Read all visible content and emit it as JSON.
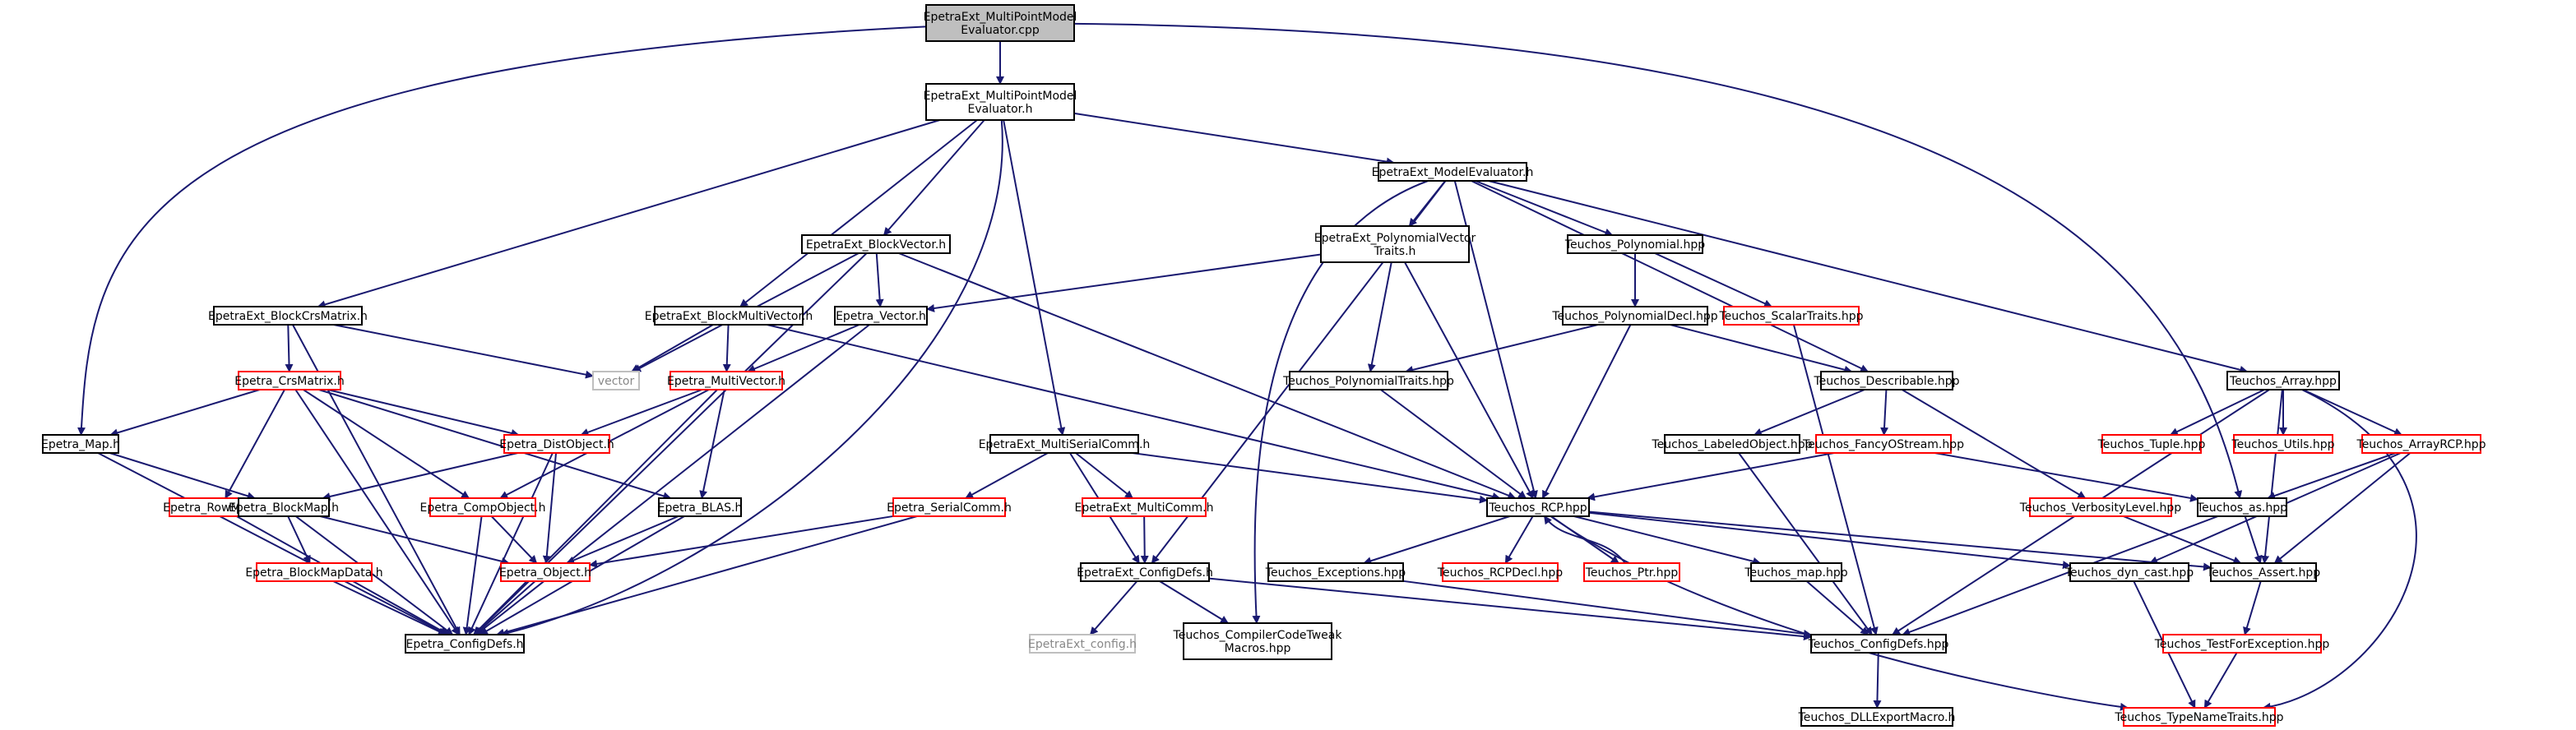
{
  "colors": {
    "edge": "#191970",
    "black_border": "#000000",
    "red_border": "#ff0000",
    "gray_border": "#bfbfbf",
    "root_fill": "#bfbfbf",
    "fill": "#ffffff"
  },
  "nodes": [
    {
      "id": "root",
      "lines": [
        "EpetraExt_MultiPointModel",
        "Evaluator.cpp"
      ],
      "style": "root"
    },
    {
      "id": "mpme_h",
      "lines": [
        "EpetraExt_MultiPointModel",
        "Evaluator.h"
      ],
      "style": "black"
    },
    {
      "id": "model_eval",
      "lines": [
        "EpetraExt_ModelEvaluator.h"
      ],
      "style": "black"
    },
    {
      "id": "block_vector",
      "lines": [
        "EpetraExt_BlockVector.h"
      ],
      "style": "black"
    },
    {
      "id": "poly_traits_h",
      "lines": [
        "EpetraExt_PolynomialVector",
        "Traits.h"
      ],
      "style": "black"
    },
    {
      "id": "teuchos_poly",
      "lines": [
        "Teuchos_Polynomial.hpp"
      ],
      "style": "black"
    },
    {
      "id": "block_crs",
      "lines": [
        "EpetraExt_BlockCrsMatrix.h"
      ],
      "style": "black"
    },
    {
      "id": "block_mv",
      "lines": [
        "EpetraExt_BlockMultiVector.h"
      ],
      "style": "black"
    },
    {
      "id": "epetra_vector",
      "lines": [
        "Epetra_Vector.h"
      ],
      "style": "black"
    },
    {
      "id": "poly_decl",
      "lines": [
        "Teuchos_PolynomialDecl.hpp"
      ],
      "style": "black"
    },
    {
      "id": "scalar_traits",
      "lines": [
        "Teuchos_ScalarTraits.hpp"
      ],
      "style": "red"
    },
    {
      "id": "crs_matrix",
      "lines": [
        "Epetra_CrsMatrix.h"
      ],
      "style": "red"
    },
    {
      "id": "vector",
      "lines": [
        "vector"
      ],
      "style": "gray"
    },
    {
      "id": "multivector",
      "lines": [
        "Epetra_MultiVector.h"
      ],
      "style": "red"
    },
    {
      "id": "poly_traits_hpp",
      "lines": [
        "Teuchos_PolynomialTraits.hpp"
      ],
      "style": "black"
    },
    {
      "id": "describable",
      "lines": [
        "Teuchos_Describable.hpp"
      ],
      "style": "black"
    },
    {
      "id": "teuchos_array",
      "lines": [
        "Teuchos_Array.hpp"
      ],
      "style": "black"
    },
    {
      "id": "epetra_map",
      "lines": [
        "Epetra_Map.h"
      ],
      "style": "black"
    },
    {
      "id": "dist_object",
      "lines": [
        "Epetra_DistObject.h"
      ],
      "style": "red"
    },
    {
      "id": "multi_serial_comm",
      "lines": [
        "EpetraExt_MultiSerialComm.h"
      ],
      "style": "black"
    },
    {
      "id": "labeled_object",
      "lines": [
        "Teuchos_LabeledObject.hpp"
      ],
      "style": "black"
    },
    {
      "id": "fancy_ostream",
      "lines": [
        "Teuchos_FancyOStream.hpp"
      ],
      "style": "red"
    },
    {
      "id": "tuple",
      "lines": [
        "Teuchos_Tuple.hpp"
      ],
      "style": "red"
    },
    {
      "id": "utils",
      "lines": [
        "Teuchos_Utils.hpp"
      ],
      "style": "red"
    },
    {
      "id": "array_rcp",
      "lines": [
        "Teuchos_ArrayRCP.hpp"
      ],
      "style": "red"
    },
    {
      "id": "row_matrix",
      "lines": [
        "Epetra_RowMatrix.h"
      ],
      "style": "red"
    },
    {
      "id": "block_map",
      "lines": [
        "Epetra_BlockMap.h"
      ],
      "style": "black"
    },
    {
      "id": "comp_object",
      "lines": [
        "Epetra_CompObject.h"
      ],
      "style": "red"
    },
    {
      "id": "epetra_blas",
      "lines": [
        "Epetra_BLAS.h"
      ],
      "style": "black"
    },
    {
      "id": "serial_comm",
      "lines": [
        "Epetra_SerialComm.h"
      ],
      "style": "red"
    },
    {
      "id": "ext_multi_comm",
      "lines": [
        "EpetraExt_MultiComm.h"
      ],
      "style": "red"
    },
    {
      "id": "teuchos_rcp",
      "lines": [
        "Teuchos_RCP.hpp"
      ],
      "style": "black"
    },
    {
      "id": "verbosity",
      "lines": [
        "Teuchos_VerbosityLevel.hpp"
      ],
      "style": "red"
    },
    {
      "id": "teuchos_as",
      "lines": [
        "Teuchos_as.hpp"
      ],
      "style": "black"
    },
    {
      "id": "blockmap_data",
      "lines": [
        "Epetra_BlockMapData.h"
      ],
      "style": "red"
    },
    {
      "id": "epetra_object",
      "lines": [
        "Epetra_Object.h"
      ],
      "style": "red"
    },
    {
      "id": "ext_config",
      "lines": [
        "EpetraExt_ConfigDefs.h"
      ],
      "style": "black"
    },
    {
      "id": "exceptions",
      "lines": [
        "Teuchos_Exceptions.hpp"
      ],
      "style": "black"
    },
    {
      "id": "rcp_decl",
      "lines": [
        "Teuchos_RCPDecl.hpp"
      ],
      "style": "red"
    },
    {
      "id": "ptr",
      "lines": [
        "Teuchos_Ptr.hpp"
      ],
      "style": "red"
    },
    {
      "id": "teuchos_map",
      "lines": [
        "Teuchos_map.hpp"
      ],
      "style": "black"
    },
    {
      "id": "dyn_cast",
      "lines": [
        "Teuchos_dyn_cast.hpp"
      ],
      "style": "black"
    },
    {
      "id": "assert",
      "lines": [
        "Teuchos_Assert.hpp"
      ],
      "style": "black"
    },
    {
      "id": "epetra_config",
      "lines": [
        "Epetra_ConfigDefs.h"
      ],
      "style": "black"
    },
    {
      "id": "ext_config_h",
      "lines": [
        "EpetraExt_config.h"
      ],
      "style": "gray"
    },
    {
      "id": "compiler_tweak",
      "lines": [
        "Teuchos_CompilerCodeTweak",
        "Macros.hpp"
      ],
      "style": "black"
    },
    {
      "id": "teuchos_config",
      "lines": [
        "Teuchos_ConfigDefs.hpp"
      ],
      "style": "black"
    },
    {
      "id": "test_for_exc",
      "lines": [
        "Teuchos_TestForException.hpp"
      ],
      "style": "red"
    },
    {
      "id": "dll_export",
      "lines": [
        "Teuchos_DLLExportMacro.h"
      ],
      "style": "black"
    },
    {
      "id": "type_name_traits",
      "lines": [
        "Teuchos_TypeNameTraits.hpp"
      ],
      "style": "red"
    }
  ],
  "edges": [
    [
      "root",
      "mpme_h"
    ],
    [
      "root",
      "epetra_map"
    ],
    [
      "root",
      "teuchos_as"
    ],
    [
      "mpme_h",
      "model_eval"
    ],
    [
      "mpme_h",
      "block_vector"
    ],
    [
      "mpme_h",
      "block_crs"
    ],
    [
      "mpme_h",
      "block_mv"
    ],
    [
      "mpme_h",
      "multi_serial_comm"
    ],
    [
      "mpme_h",
      "epetra_config"
    ],
    [
      "model_eval",
      "poly_traits_h"
    ],
    [
      "model_eval",
      "teuchos_poly"
    ],
    [
      "model_eval",
      "teuchos_array"
    ],
    [
      "model_eval",
      "describable"
    ],
    [
      "model_eval",
      "teuchos_rcp"
    ],
    [
      "model_eval",
      "ext_config"
    ],
    [
      "model_eval",
      "compiler_tweak"
    ],
    [
      "block_vector",
      "epetra_vector"
    ],
    [
      "block_vector",
      "vector"
    ],
    [
      "block_vector",
      "teuchos_rcp"
    ],
    [
      "block_vector",
      "epetra_config"
    ],
    [
      "poly_traits_h",
      "epetra_vector"
    ],
    [
      "poly_traits_h",
      "poly_traits_hpp"
    ],
    [
      "poly_traits_h",
      "teuchos_rcp"
    ],
    [
      "teuchos_poly",
      "poly_decl"
    ],
    [
      "teuchos_poly",
      "scalar_traits"
    ],
    [
      "block_crs",
      "crs_matrix"
    ],
    [
      "block_crs",
      "vector"
    ],
    [
      "block_crs",
      "epetra_config"
    ],
    [
      "block_mv",
      "multivector"
    ],
    [
      "block_mv",
      "vector"
    ],
    [
      "block_mv",
      "teuchos_rcp"
    ],
    [
      "epetra_vector",
      "multivector"
    ],
    [
      "epetra_vector",
      "epetra_config"
    ],
    [
      "poly_decl",
      "poly_traits_hpp"
    ],
    [
      "poly_decl",
      "describable"
    ],
    [
      "poly_decl",
      "teuchos_rcp"
    ],
    [
      "scalar_traits",
      "teuchos_config"
    ],
    [
      "crs_matrix",
      "epetra_map"
    ],
    [
      "crs_matrix",
      "dist_object"
    ],
    [
      "crs_matrix",
      "row_matrix"
    ],
    [
      "crs_matrix",
      "comp_object"
    ],
    [
      "crs_matrix",
      "epetra_blas"
    ],
    [
      "crs_matrix",
      "epetra_config"
    ],
    [
      "multivector",
      "dist_object"
    ],
    [
      "multivector",
      "comp_object"
    ],
    [
      "multivector",
      "epetra_blas"
    ],
    [
      "multivector",
      "epetra_config"
    ],
    [
      "poly_traits_hpp",
      "teuchos_rcp"
    ],
    [
      "describable",
      "labeled_object"
    ],
    [
      "describable",
      "fancy_ostream"
    ],
    [
      "describable",
      "verbosity"
    ],
    [
      "teuchos_array",
      "tuple"
    ],
    [
      "teuchos_array",
      "utils"
    ],
    [
      "teuchos_array",
      "array_rcp"
    ],
    [
      "teuchos_array",
      "teuchos_config"
    ],
    [
      "teuchos_array",
      "assert"
    ],
    [
      "teuchos_array",
      "type_name_traits"
    ],
    [
      "epetra_map",
      "block_map"
    ],
    [
      "epetra_map",
      "epetra_config"
    ],
    [
      "dist_object",
      "block_map"
    ],
    [
      "dist_object",
      "epetra_object"
    ],
    [
      "dist_object",
      "epetra_config"
    ],
    [
      "multi_serial_comm",
      "serial_comm"
    ],
    [
      "multi_serial_comm",
      "ext_multi_comm"
    ],
    [
      "multi_serial_comm",
      "ext_config"
    ],
    [
      "multi_serial_comm",
      "teuchos_rcp"
    ],
    [
      "labeled_object",
      "teuchos_config"
    ],
    [
      "fancy_ostream",
      "teuchos_rcp"
    ],
    [
      "fancy_ostream",
      "teuchos_as"
    ],
    [
      "array_rcp",
      "teuchos_as"
    ],
    [
      "array_rcp",
      "dyn_cast"
    ],
    [
      "array_rcp",
      "assert"
    ],
    [
      "row_matrix",
      "epetra_config"
    ],
    [
      "block_map",
      "blockmap_data"
    ],
    [
      "block_map",
      "epetra_object"
    ],
    [
      "block_map",
      "epetra_config"
    ],
    [
      "comp_object",
      "epetra_object"
    ],
    [
      "comp_object",
      "epetra_config"
    ],
    [
      "epetra_blas",
      "epetra_object"
    ],
    [
      "epetra_blas",
      "epetra_config"
    ],
    [
      "serial_comm",
      "epetra_object"
    ],
    [
      "serial_comm",
      "epetra_config"
    ],
    [
      "ext_multi_comm",
      "ext_config"
    ],
    [
      "teuchos_rcp",
      "exceptions"
    ],
    [
      "teuchos_rcp",
      "rcp_decl"
    ],
    [
      "teuchos_rcp",
      "ptr"
    ],
    [
      "teuchos_rcp",
      "teuchos_map"
    ],
    [
      "teuchos_rcp",
      "dyn_cast"
    ],
    [
      "teuchos_rcp",
      "assert"
    ],
    [
      "teuchos_rcp",
      "type_name_traits"
    ],
    [
      "verbosity",
      "assert"
    ],
    [
      "teuchos_as",
      "assert"
    ],
    [
      "teuchos_as",
      "teuchos_config"
    ],
    [
      "blockmap_data",
      "epetra_config"
    ],
    [
      "epetra_object",
      "epetra_config"
    ],
    [
      "ext_config",
      "ext_config_h"
    ],
    [
      "ext_config",
      "compiler_tweak"
    ],
    [
      "ext_config",
      "teuchos_config"
    ],
    [
      "exceptions",
      "teuchos_config"
    ],
    [
      "ptr",
      "teuchos_rcp"
    ],
    [
      "teuchos_map",
      "teuchos_config"
    ],
    [
      "dyn_cast",
      "type_name_traits"
    ],
    [
      "assert",
      "test_for_exc"
    ],
    [
      "teuchos_config",
      "dll_export"
    ],
    [
      "test_for_exc",
      "type_name_traits"
    ]
  ]
}
